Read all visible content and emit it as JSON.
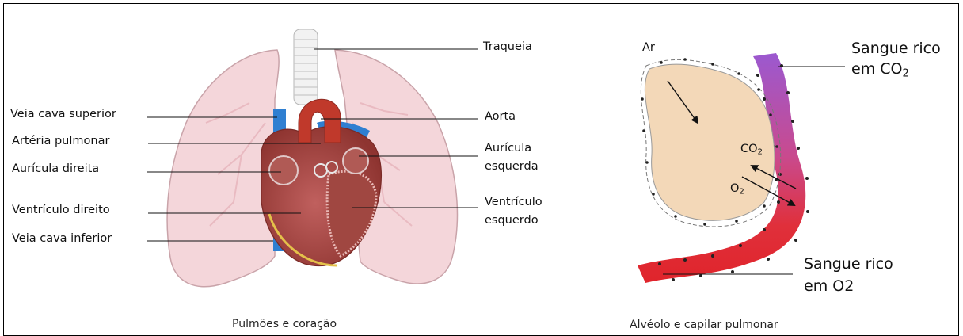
{
  "left_panel": {
    "labels_left": {
      "veia_cava_superior": "Veia cava superior",
      "arteria_pulmonar": "Artéria pulmonar",
      "auricula_direita": "Aurícula direita",
      "ventriculo_direito": "Ventrículo direito",
      "veia_cava_inferior": "Veia cava inferior"
    },
    "labels_right": {
      "traqueia": "Traqueia",
      "aorta": "Aorta",
      "auricula_esquerda_1": "Aurícula",
      "auricula_esquerda_2": "esquerda",
      "ventriculo_esquerdo_1": "Ventrículo",
      "ventriculo_esquerdo_2": "esquerdo"
    },
    "caption": "Pulmões e coração"
  },
  "right_panel": {
    "ar": "Ar",
    "co2_base": "CO",
    "o2_base": "O",
    "subscript_2": "2",
    "sangue_rico_co2_1": "Sangue rico",
    "sangue_rico_co2_2": "em CO",
    "sangue_rico_o2_1": "Sangue rico",
    "sangue_rico_o2_2": "em O2",
    "caption": "Alvéolo e capilar pulmonar"
  },
  "colors": {
    "lung_fill": "#f4d6da",
    "lung_stroke": "#c9a3a9",
    "heart_red": "#c0392b",
    "vein_blue": "#2f7fd1",
    "alveolus_fill": "#f3d8b8",
    "capillary_top": "#9b59d0",
    "capillary_bottom": "#e0242b"
  }
}
